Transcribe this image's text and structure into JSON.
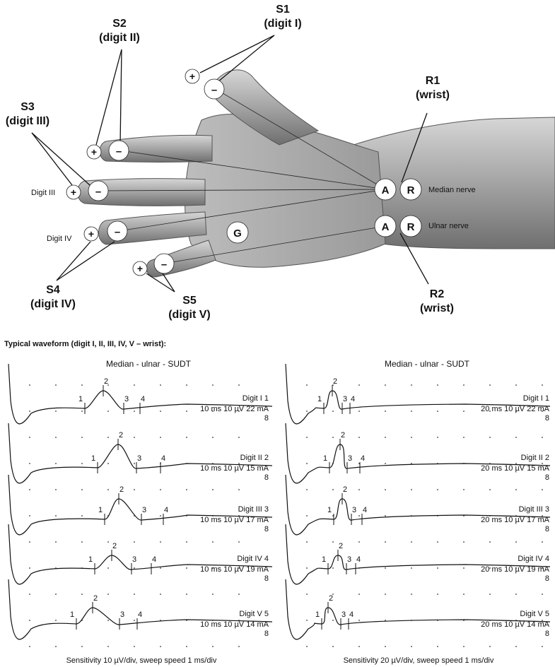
{
  "hand": {
    "stim_sites": [
      {
        "label": "S1",
        "sub": "(digit I)"
      },
      {
        "label": "S2",
        "sub": "(digit II)"
      },
      {
        "label": "S3",
        "sub": "(digit III)"
      },
      {
        "label": "S4",
        "sub": "(digit IV)"
      },
      {
        "label": "S5",
        "sub": "(digit V)"
      }
    ],
    "recording_sites": [
      {
        "label": "R1",
        "sub": "(wrist)"
      },
      {
        "label": "R2",
        "sub": "(wrist)"
      }
    ],
    "nerves": {
      "median": "Median nerve",
      "ulnar": "Ulnar nerve"
    },
    "digit_labels": {
      "digit3": "Digit III",
      "digit4": "Digit IV"
    },
    "electrodes": {
      "active": "A",
      "reference": "R",
      "ground": "G",
      "plus": "+",
      "minus": "–"
    }
  },
  "waveforms": {
    "section_title": "Typical waveform (digit I, II, III, IV, V – wrist):",
    "panels": [
      {
        "title": "Median - ulnar - SUDT",
        "footer": "Sensitivity 10 µV/div, sweep speed 1 ms/div",
        "traces": [
          {
            "name": "Digit I 1",
            "settings": "10 ms 10 µV 22 mA",
            "count": "8",
            "markers": [
              "1",
              "2",
              "3",
              "4"
            ]
          },
          {
            "name": "Digit II 2",
            "settings": "10 ms 10 µV 15 mA",
            "count": "8",
            "markers": [
              "1",
              "2",
              "3",
              "4"
            ]
          },
          {
            "name": "Digit III 3",
            "settings": "10 ms 10 µV 17 mA",
            "count": "8",
            "markers": [
              "1",
              "2",
              "3",
              "4"
            ]
          },
          {
            "name": "Digit IV 4",
            "settings": "10 ms 10 µV 19 mA",
            "count": "8",
            "markers": [
              "1",
              "2",
              "3",
              "4"
            ]
          },
          {
            "name": "Digit V 5",
            "settings": "10 ms 10 µV 14 mA",
            "count": "8",
            "markers": [
              "1",
              "2",
              "3",
              "4"
            ]
          }
        ]
      },
      {
        "title": "Median - ulnar - SUDT",
        "footer": "Sensitivity 20 µV/div, sweep speed 1 ms/div",
        "traces": [
          {
            "name": "Digit I 1",
            "settings": "20 ms 10 µV 22 mA",
            "count": "8",
            "markers": [
              "1",
              "2",
              "3",
              "4"
            ]
          },
          {
            "name": "Digit II 2",
            "settings": "20 ms 10 µV 15 mA",
            "count": "8",
            "markers": [
              "1",
              "2",
              "3",
              "4"
            ]
          },
          {
            "name": "Digit III 3",
            "settings": "20 ms 10 µV 17 mA",
            "count": "8",
            "markers": [
              "1",
              "2",
              "3",
              "4"
            ]
          },
          {
            "name": "Digit IV 4",
            "settings": "20 ms 10 µV 19 mA",
            "count": "8",
            "markers": [
              "1",
              "2",
              "3",
              "4"
            ]
          },
          {
            "name": "Digit V 5",
            "settings": "20 ms 10 µV 14 mA",
            "count": "8",
            "markers": [
              "1",
              "2",
              "3",
              "4"
            ]
          }
        ]
      }
    ]
  }
}
